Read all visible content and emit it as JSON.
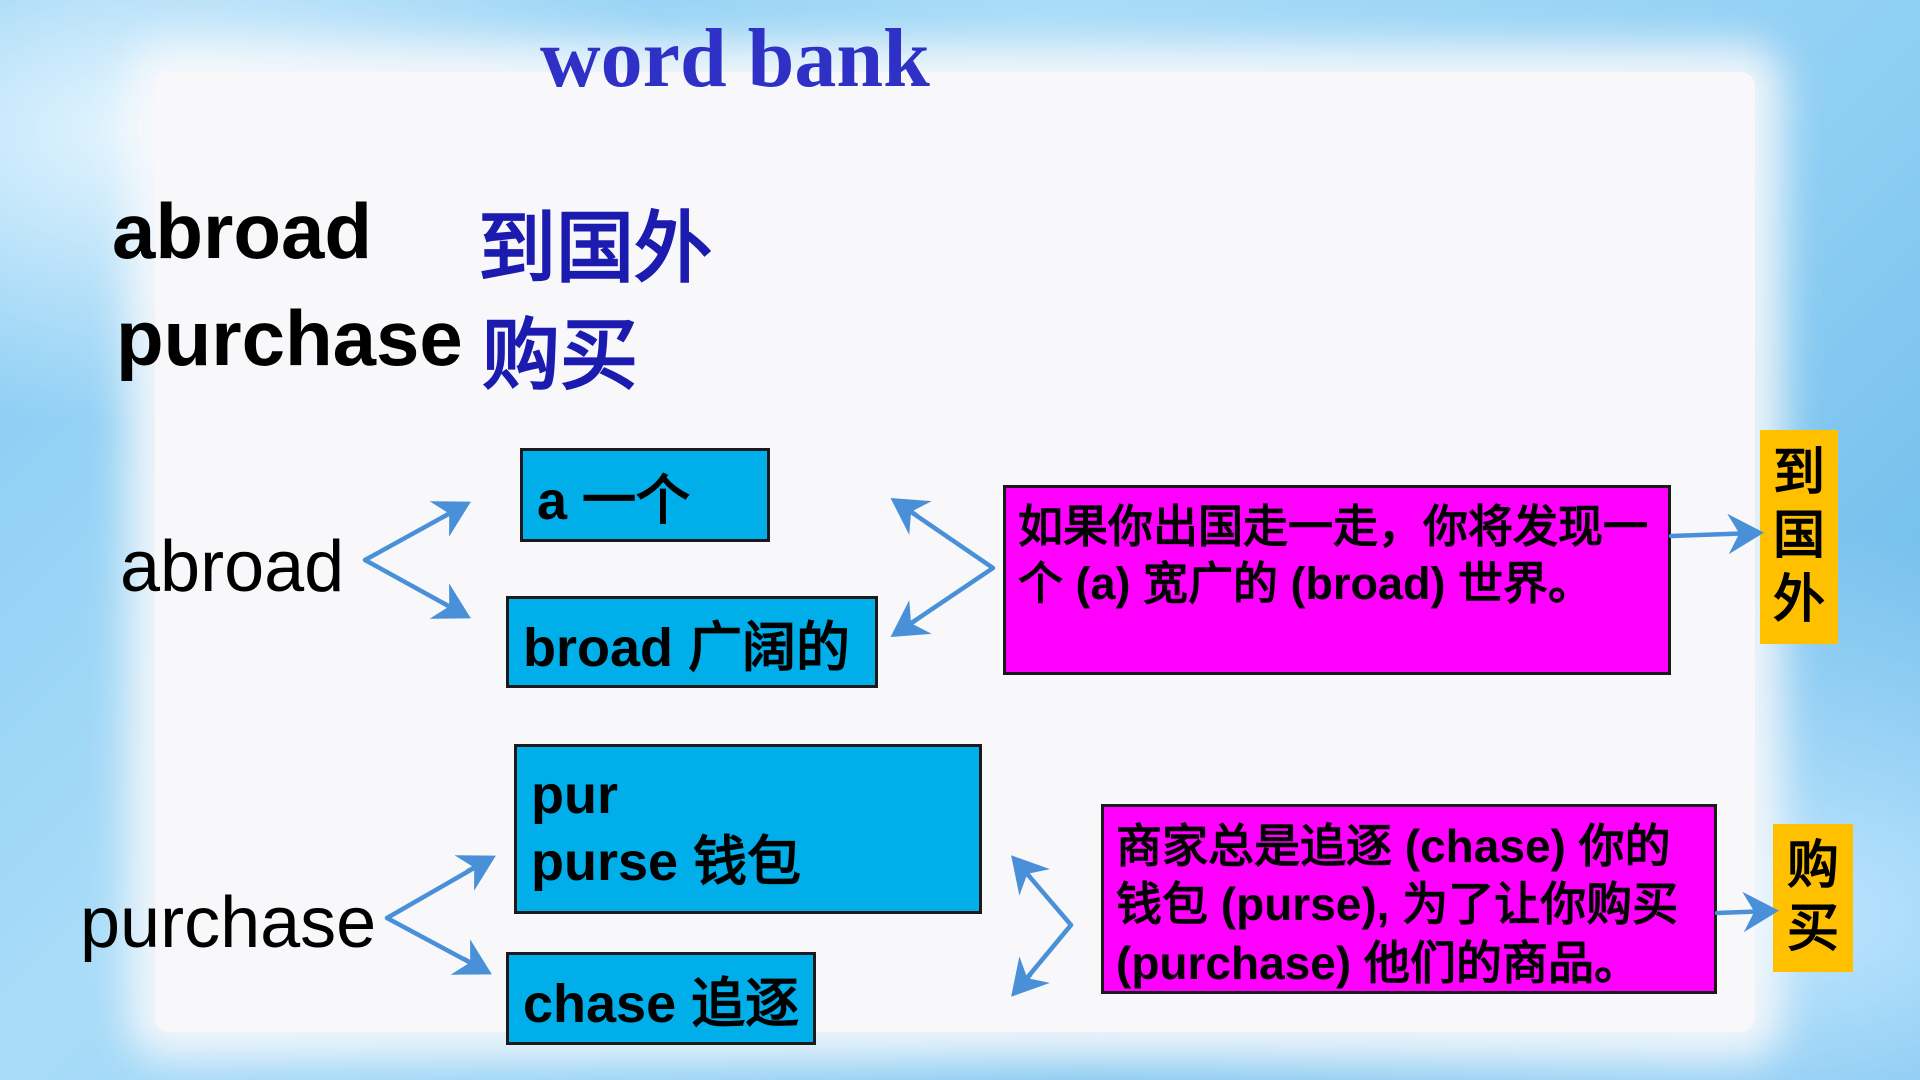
{
  "title": "word bank",
  "vocab": [
    {
      "word": "abroad",
      "meaning": "到国外"
    },
    {
      "word": "purchase",
      "meaning": "购买"
    }
  ],
  "breakdown": [
    {
      "word": "abroad",
      "parts": [
        "a 一个",
        "broad 广阔的"
      ],
      "explanation": "如果你出国走一走，你将发现一个 (a) 宽广的 (broad) 世界。",
      "meaning_chars": [
        "到",
        "国",
        "外"
      ]
    },
    {
      "word": "purchase",
      "parts": [
        [
          "pur",
          "purse 钱包"
        ],
        "chase 追逐"
      ],
      "explanation": "商家总是追逐 (chase) 你的钱包 (purse), 为了让你购买 (purchase) 他们的商品。",
      "meaning_chars": [
        "购",
        "买"
      ]
    }
  ],
  "colors": {
    "title": "#2e30c6",
    "meaning_text": "#1b1bb0",
    "part_box": "#00aeea",
    "explanation_box": "#ff00ff",
    "meaning_box": "#ffc000",
    "arrow": "#4a90d9"
  }
}
